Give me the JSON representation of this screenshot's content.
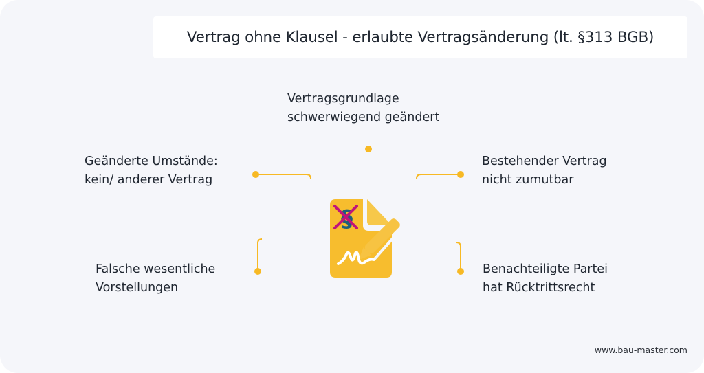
{
  "title": "Vertrag ohne Klausel - erlaubte Vertragsänderung (lt. §313 BGB)",
  "center_icon": "document-signature-paragraph-crossed-icon",
  "nodes": [
    {
      "id": "top",
      "lines": [
        "Vertragsgrundlage",
        "schwerwiegend geändert"
      ]
    },
    {
      "id": "left-top",
      "lines": [
        "Geänderte Umstände:",
        "kein/ anderer Vertrag"
      ]
    },
    {
      "id": "right-top",
      "lines": [
        "Bestehender Vertrag",
        "nicht zumutbar"
      ]
    },
    {
      "id": "left-bottom",
      "lines": [
        "Falsche wesentliche",
        "Vorstellungen"
      ]
    },
    {
      "id": "right-bottom",
      "lines": [
        "Benachteiligte Partei",
        "hat Rücktrittsrecht"
      ]
    }
  ],
  "footer": "www.bau-master.com",
  "colors": {
    "background": "#f5f6fa",
    "accent": "#f7b924",
    "icon_fill": "#f7bd2e",
    "paragraph_sign": "#1f5f7a",
    "cross": "#c0157a",
    "text": "#1f2630"
  }
}
